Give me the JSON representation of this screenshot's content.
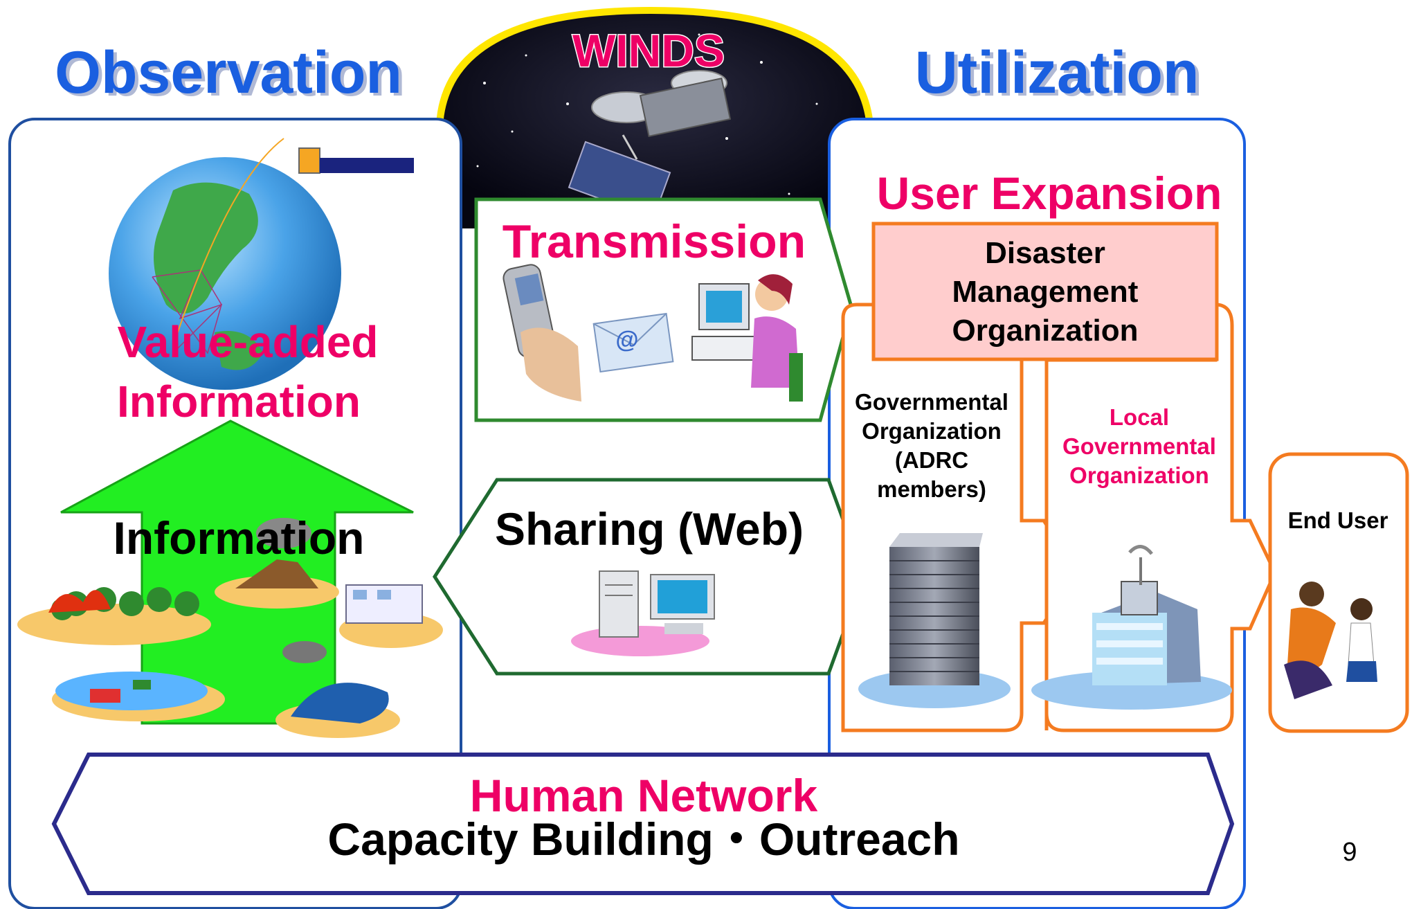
{
  "titles": {
    "observation": "Observation",
    "utilization": "Utilization",
    "winds": "WINDS"
  },
  "observation_panel": {
    "value_added_line1": "Value-added",
    "value_added_line2": "Information",
    "information": "Information"
  },
  "center": {
    "transmission": "Transmission",
    "sharing": "Sharing (Web)",
    "email_symbol": "@"
  },
  "utilization_panel": {
    "user_expansion": "User Expansion",
    "disaster_mgmt_line1": "Disaster",
    "disaster_mgmt_line2": "Management",
    "disaster_mgmt_line3": "Organization",
    "gov_line1": "Governmental",
    "gov_line2": "Organization",
    "gov_line3": "(ADRC",
    "gov_line4": "members)",
    "local_line1": "Local",
    "local_line2": "Governmental",
    "local_line3": "Organization",
    "end_user": "End User"
  },
  "bottom": {
    "human_network": "Human Network",
    "capacity_building": "Capacity Building・Outreach"
  },
  "page_number": "9",
  "colors": {
    "title_blue": "#1a5fe0",
    "accent_pink": "#ee0066",
    "panel_blue": "#1f4fa0",
    "green_border": "#2f8a2f",
    "orange": "#f47b20",
    "navy": "#2b2b8c",
    "arrow_green": "#22ee22"
  }
}
